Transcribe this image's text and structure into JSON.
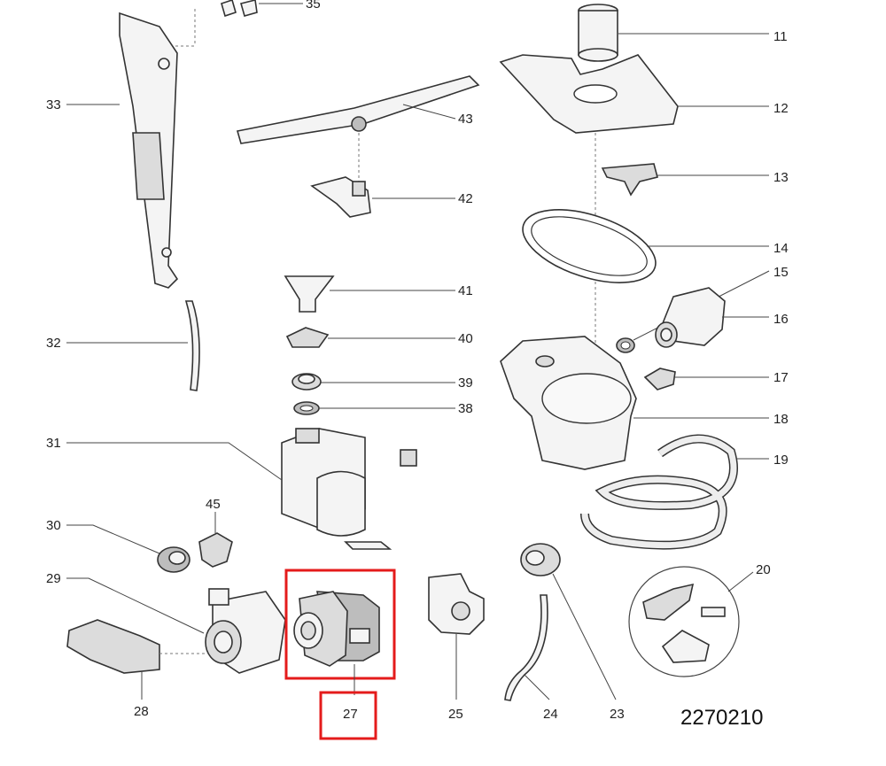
{
  "diagram": {
    "code": "2270210",
    "highlight_color": "#e41b1b",
    "highlighted_part": "27",
    "callouts": {
      "c11": "11",
      "c12": "12",
      "c13": "13",
      "c14": "14",
      "c15": "15",
      "c16": "16",
      "c17": "17",
      "c18": "18",
      "c19": "19",
      "c20": "20",
      "c23": "23",
      "c24": "24",
      "c25": "25",
      "c27": "27",
      "c28": "28",
      "c29": "29",
      "c30": "30",
      "c31": "31",
      "c32": "32",
      "c33": "33",
      "c35": "35",
      "c38": "38",
      "c39": "39",
      "c40": "40",
      "c41": "41",
      "c42": "42",
      "c43": "43",
      "c45": "45"
    }
  }
}
